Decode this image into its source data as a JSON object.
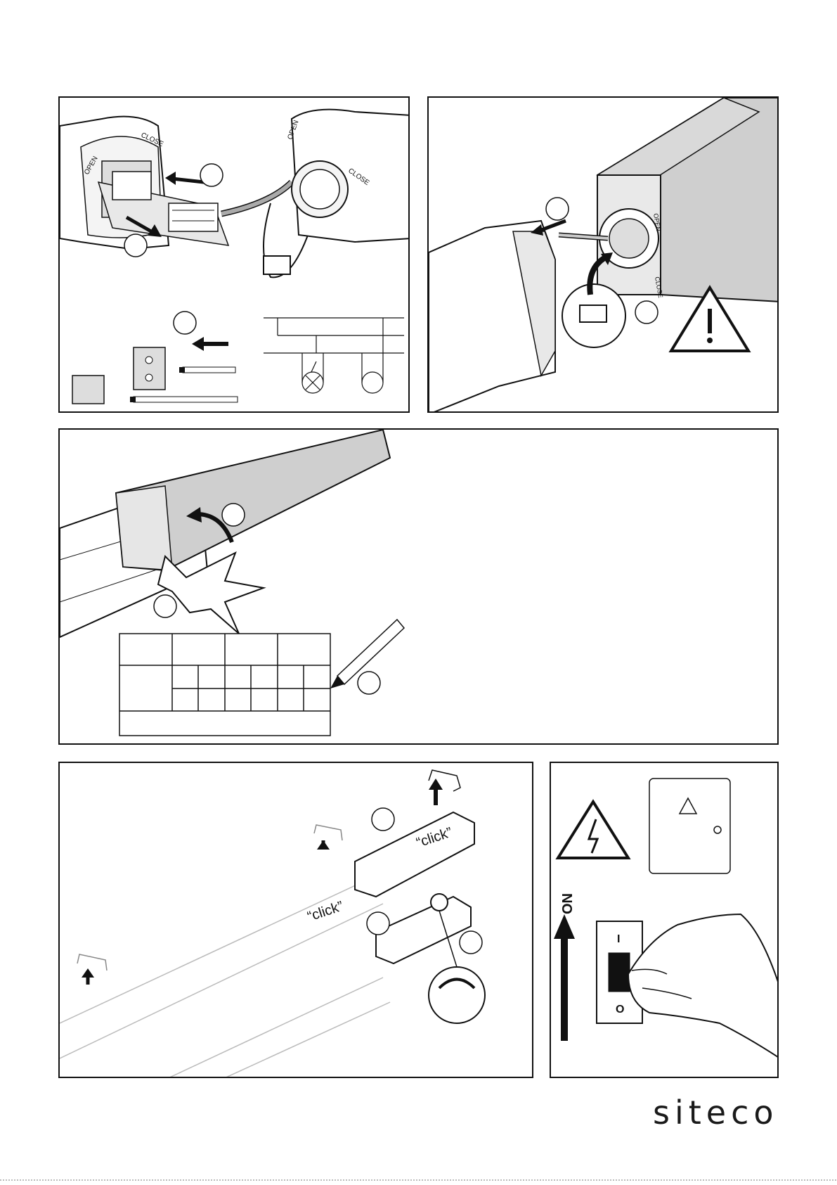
{
  "panel1": {
    "open_label_left": "OPEN",
    "close_label_left": "CLOSE",
    "open_label_right": "OPEN",
    "close_label_right": "CLOSE"
  },
  "panel2": {
    "open_label": "OPEN",
    "close_label": "CLOSE"
  },
  "panel4": {
    "click_label_1": "“click”",
    "click_label_2": "“click”"
  },
  "panel5": {
    "on_label": "ON",
    "switch_on_symbol": "I",
    "switch_off_symbol": "O"
  },
  "footer": {
    "brand": "siteco"
  },
  "colors": {
    "line": "#111111",
    "shade": "#cfcfcf",
    "light_shade": "#e6e6e6"
  }
}
